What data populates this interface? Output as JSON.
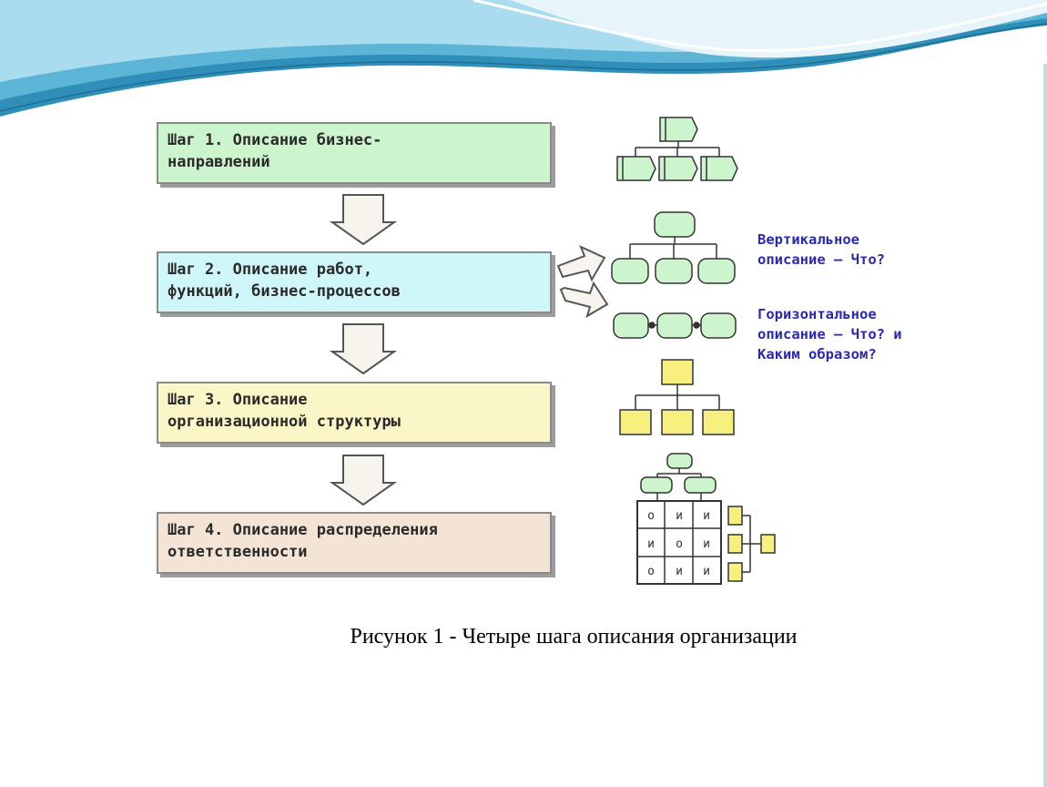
{
  "steps": [
    {
      "text": "Шаг 1. Описание бизнес-\nнаправлений",
      "color": "#cdf5cd"
    },
    {
      "text": "Шаг 2. Описание работ,\nфункций, бизнес-процессов",
      "color": "#cff6f8"
    },
    {
      "text": "Шаг 3. Описание\nорганизационной структуры",
      "color": "#fbf6c8"
    },
    {
      "text": "Шаг 4. Описание распределения\nответственности",
      "color": "#f4e4d6"
    }
  ],
  "notes": {
    "vertical": "Вертикальное\nописание – Что?",
    "horizontal": "Горизонтальное\nописание – Что? и\nКаким образом?"
  },
  "matrix": [
    [
      "о",
      "и",
      "и"
    ],
    [
      "и",
      "о",
      "и"
    ],
    [
      "о",
      "и",
      "и"
    ]
  ],
  "caption": "Рисунок 1 - Четыре шага описания организации",
  "icons": {
    "step_arrows": "down-arrow-icon",
    "side_arrows": "right-arrow-icon",
    "hierarchy": "hierarchy-icon",
    "process_chain": "process-chain-icon",
    "org_chart": "org-chart-icon",
    "responsibility_matrix": "responsibility-matrix-icon"
  }
}
